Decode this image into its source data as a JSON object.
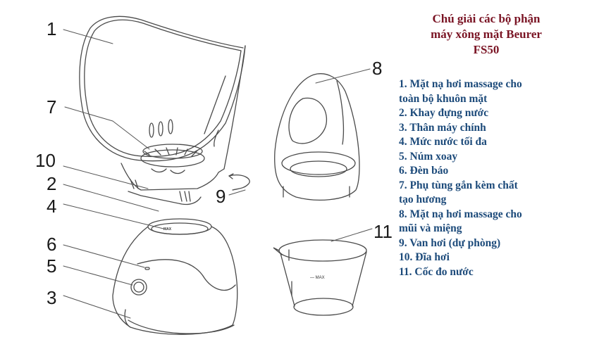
{
  "title": {
    "line1": "Chú giải các bộ phận",
    "line2": "máy xông mặt Beurer",
    "line3": "FS50"
  },
  "legend": {
    "lines": [
      "1. Mặt nạ hơi massage cho",
      "toàn bộ khuôn mặt",
      "2. Khay đựng nước",
      "3. Thân máy chính",
      "4. Mức nước tối đa",
      "5. Núm xoay",
      "6.  Đèn báo",
      "7. Phụ tùng gắn kèm chất",
      "tạo hương",
      "8. Mặt nạ hơi massage cho",
      "mũi và miệng",
      "9. Van hơi (dự phòng)",
      "10. Đĩa hơi",
      "11. Cốc đo nước"
    ]
  },
  "callouts": {
    "n1": "1",
    "n2": "2",
    "n3": "3",
    "n4": "4",
    "n5": "5",
    "n6": "6",
    "n7": "7",
    "n8": "8",
    "n9": "9",
    "n10": "10",
    "n11": "11"
  },
  "markings": {
    "base_max": "MAX",
    "cup_max": "— MAX"
  },
  "colors": {
    "title": "#7a1424",
    "legend": "#1c4a7a",
    "line": "#444444"
  }
}
